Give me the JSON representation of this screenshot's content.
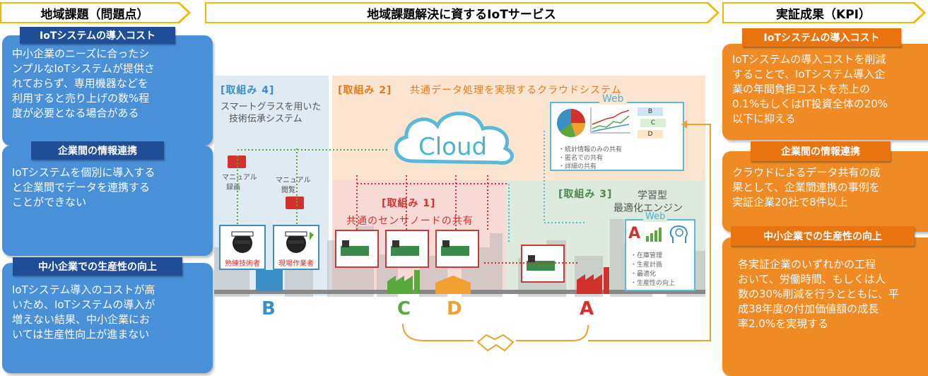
{
  "headers": {
    "left": "地域課題（問題点）",
    "center": "地域課題解決に資するIoTサービス",
    "right": "実証成果（KPI）"
  },
  "left_boxes": [
    {
      "title": "IoTシステムの導入コスト",
      "body": [
        "中小企業のニーズに合ったシ",
        "ンプルなIoTシステムが提供さ",
        "れておらず、専用機器などを",
        "利用すると売り上げの数%程",
        "度が必要となる場合がある"
      ]
    },
    {
      "title": "企業間の情報連携",
      "body": [
        "IoTシステムを個別に導入する",
        "と企業間でデータを連携する",
        "ことができない"
      ]
    },
    {
      "title": "中小企業での生産性の向上",
      "body": [
        "IoTシステム導入のコストが高",
        "いため、IoTシステムの導入が",
        "増えない結果、中小企業にお",
        "いては生産性向上が進まない"
      ]
    }
  ],
  "right_boxes": [
    {
      "title": "IoTシステムの導入コスト",
      "body": [
        "IoTシステムの導入コストを削減",
        "することで、IoTシステム導入企",
        "業の年間負担コストを売上の",
        "0.1%もしくはIT投資全体の20%",
        "以下に抑える"
      ]
    },
    {
      "title": "企業間の情報連携",
      "body": [
        "クラウドによるデータ共有の成",
        "果として、企業間連携の事例を",
        "実証企業20社で8件以上"
      ]
    },
    {
      "title": "中小企業での生産性の向上",
      "body": [
        "各実証企業のいずれかの工程",
        "おいて、労働時間、もしくは人",
        "数の30%削減を行うとともに、平",
        "成38年度の付加価値額の成長",
        "率2.0%を実現する"
      ]
    }
  ],
  "center": {
    "t4_label": "[取組み 4]",
    "t4_desc": [
      "スマートグラスを用いた",
      "技術伝承システム"
    ],
    "t2_label": "[取組み 2]",
    "t2_desc": "共通データ処理を実現するクラウドシステム",
    "t1_label": "[取組み 1]",
    "t1_desc": "共通のセンサノードの共有",
    "t3_label": "[取組み 3]",
    "t3_desc": [
      "学習型",
      "最適化エンジン"
    ],
    "cloud": "Cloud",
    "web": "Web",
    "web_list": [
      "・統計情報のみの共有",
      "・匿名での共有",
      "・詳細の共有"
    ],
    "web2_list": [
      "・在庫管理",
      "・生産計画",
      "・最適化",
      "・生産性の向上"
    ],
    "manual_rec": [
      "マニュアル",
      "録画"
    ],
    "manual_view": [
      "マニュアル",
      "閲覧"
    ],
    "worker1": "熟練技術者",
    "worker2": "現場作業者",
    "letters": [
      "B",
      "C",
      "D",
      "A"
    ],
    "mini_tags": [
      "B",
      "C",
      "D"
    ],
    "colors": {
      "B": "#3a8fc4",
      "C": "#58a83c",
      "D": "#f0a030",
      "A": "#d2322d"
    }
  }
}
